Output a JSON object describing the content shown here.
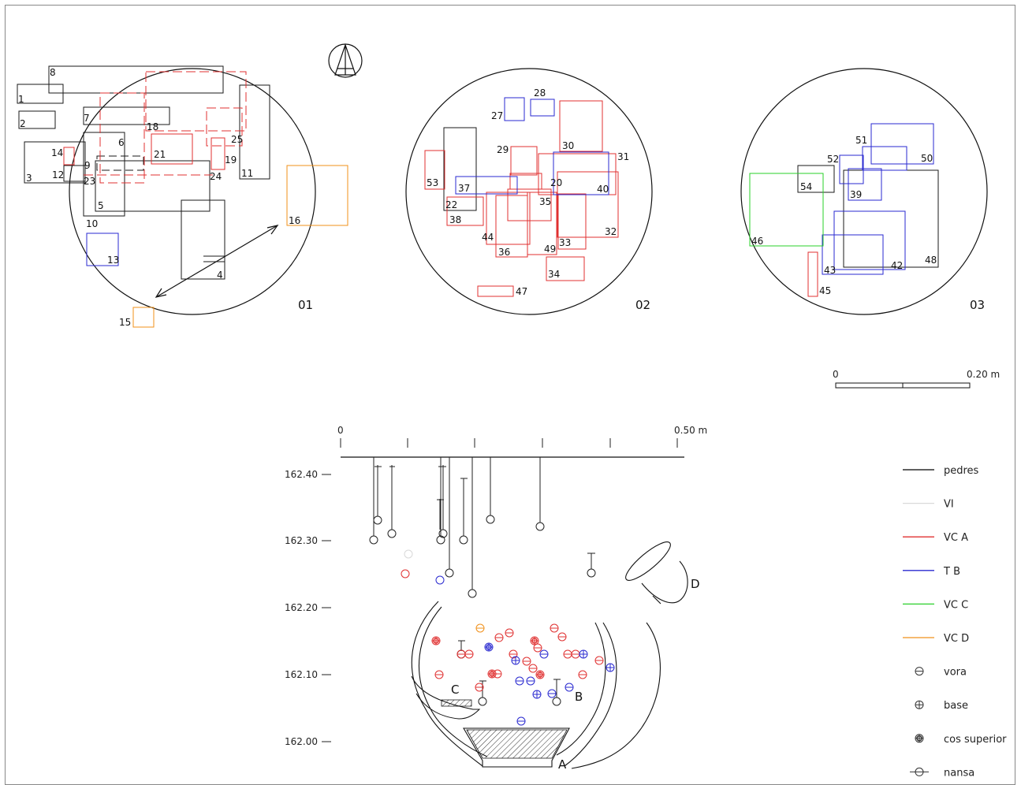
{
  "plans": [
    {
      "label": "01"
    },
    {
      "label": "02"
    },
    {
      "label": "03"
    }
  ],
  "scale_top": {
    "start": "0",
    "end": "0.20 m"
  },
  "scale_section": {
    "start": "0",
    "end": "0.50 m"
  },
  "depth_ticks": [
    "162.40",
    "162.30",
    "162.20",
    "162.10",
    "162.00"
  ],
  "vessels": [
    "A",
    "B",
    "C",
    "D"
  ],
  "plan_labels": {
    "p01": [
      "1",
      "2",
      "3",
      "4",
      "5",
      "6",
      "7",
      "8",
      "9",
      "10",
      "11",
      "12",
      "13",
      "14",
      "15",
      "16",
      "18",
      "19",
      "21",
      "23",
      "24",
      "25"
    ],
    "p02": [
      "20",
      "22",
      "27",
      "28",
      "29",
      "30",
      "31",
      "32",
      "33",
      "34",
      "35",
      "36",
      "37",
      "38",
      "40",
      "44",
      "47",
      "49",
      "53"
    ],
    "p03": [
      "39",
      "42",
      "43",
      "45",
      "46",
      "48",
      "50",
      "51",
      "52",
      "54"
    ]
  },
  "legend": [
    {
      "key": "pedres",
      "label": "pedres",
      "color": "#000000",
      "kind": "line"
    },
    {
      "key": "vi",
      "label": "VI",
      "color": "#d9d9d9",
      "kind": "line"
    },
    {
      "key": "vca",
      "label": "VC A",
      "color": "#e03030",
      "kind": "line"
    },
    {
      "key": "tb",
      "label": "T B",
      "color": "#2a2ad0",
      "kind": "line"
    },
    {
      "key": "vcc",
      "label": "VC C",
      "color": "#2ad02a",
      "kind": "line"
    },
    {
      "key": "vcd",
      "label": "VC D",
      "color": "#f0901a",
      "kind": "line"
    },
    {
      "key": "vora",
      "label": "vora",
      "color": "#333333",
      "kind": "vora"
    },
    {
      "key": "base",
      "label": "base",
      "color": "#333333",
      "kind": "base"
    },
    {
      "key": "cos",
      "label": "cos superior",
      "color": "#333333",
      "kind": "cos"
    },
    {
      "key": "nansa",
      "label": "nansa",
      "color": "#333333",
      "kind": "nansa"
    }
  ],
  "colors": {
    "black": "#1a1a1a",
    "red": "#e03030",
    "blue": "#2a2ad0",
    "green": "#2ad02a",
    "orange": "#f0901a",
    "grey": "#d9d9d9"
  }
}
